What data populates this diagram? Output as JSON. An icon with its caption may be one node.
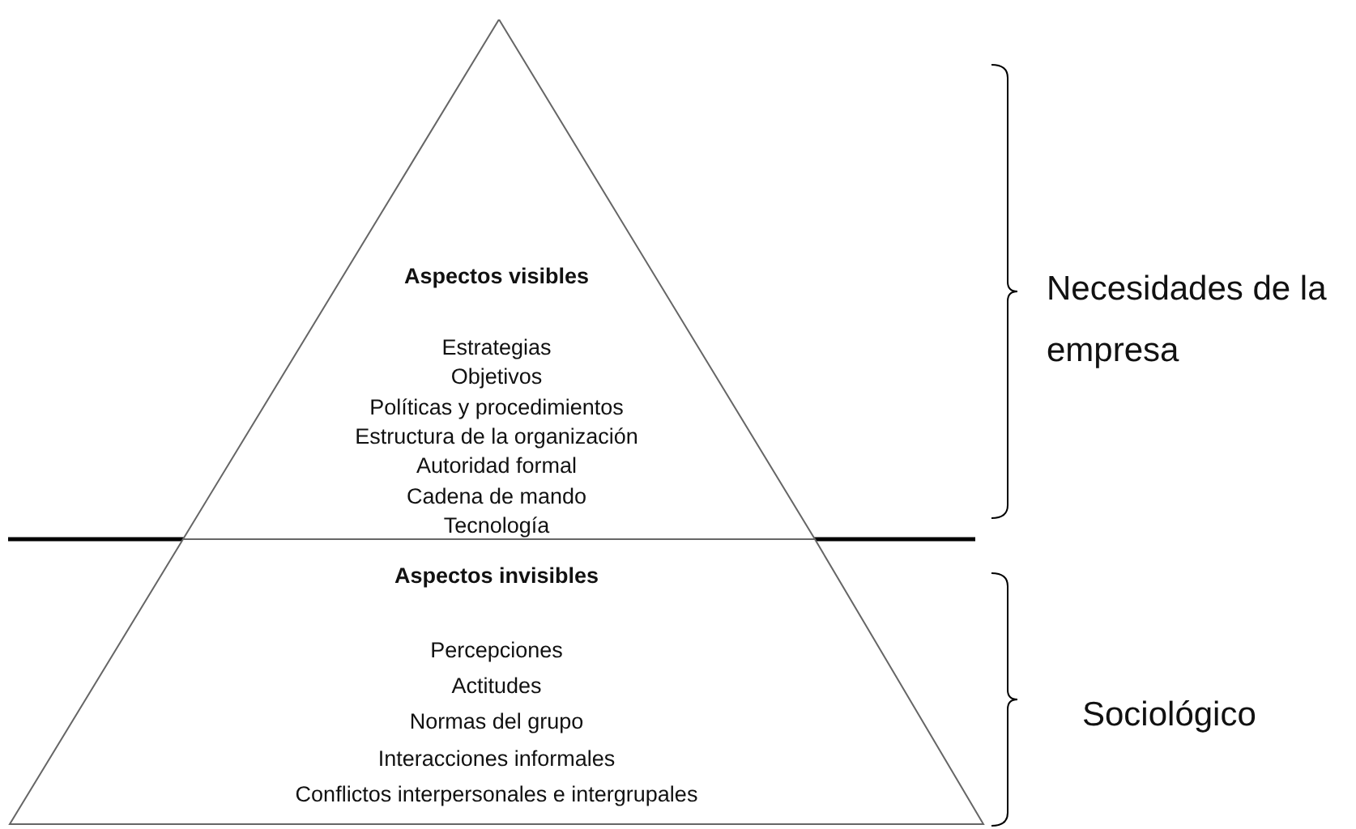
{
  "diagram": {
    "nodes": [
      {
        "text": [
          "Aspectos visibles",
          "Estrategias",
          "Objetivos",
          "Políticas y procedimientos",
          "Estructura de la organización",
          "Autoridad formal",
          "Cadena de mando",
          "Tecnología"
        ]
      },
      {
        "text": [
          "Aspectos invisibles",
          "Percepciones",
          "Actitudes",
          "Normas del grupo",
          "Interacciones informales",
          "Conflictos interpersonales e intergrupales"
        ]
      }
    ],
    "labels": [
      "Necesidades de la empresa",
      "Sociológico"
    ]
  }
}
